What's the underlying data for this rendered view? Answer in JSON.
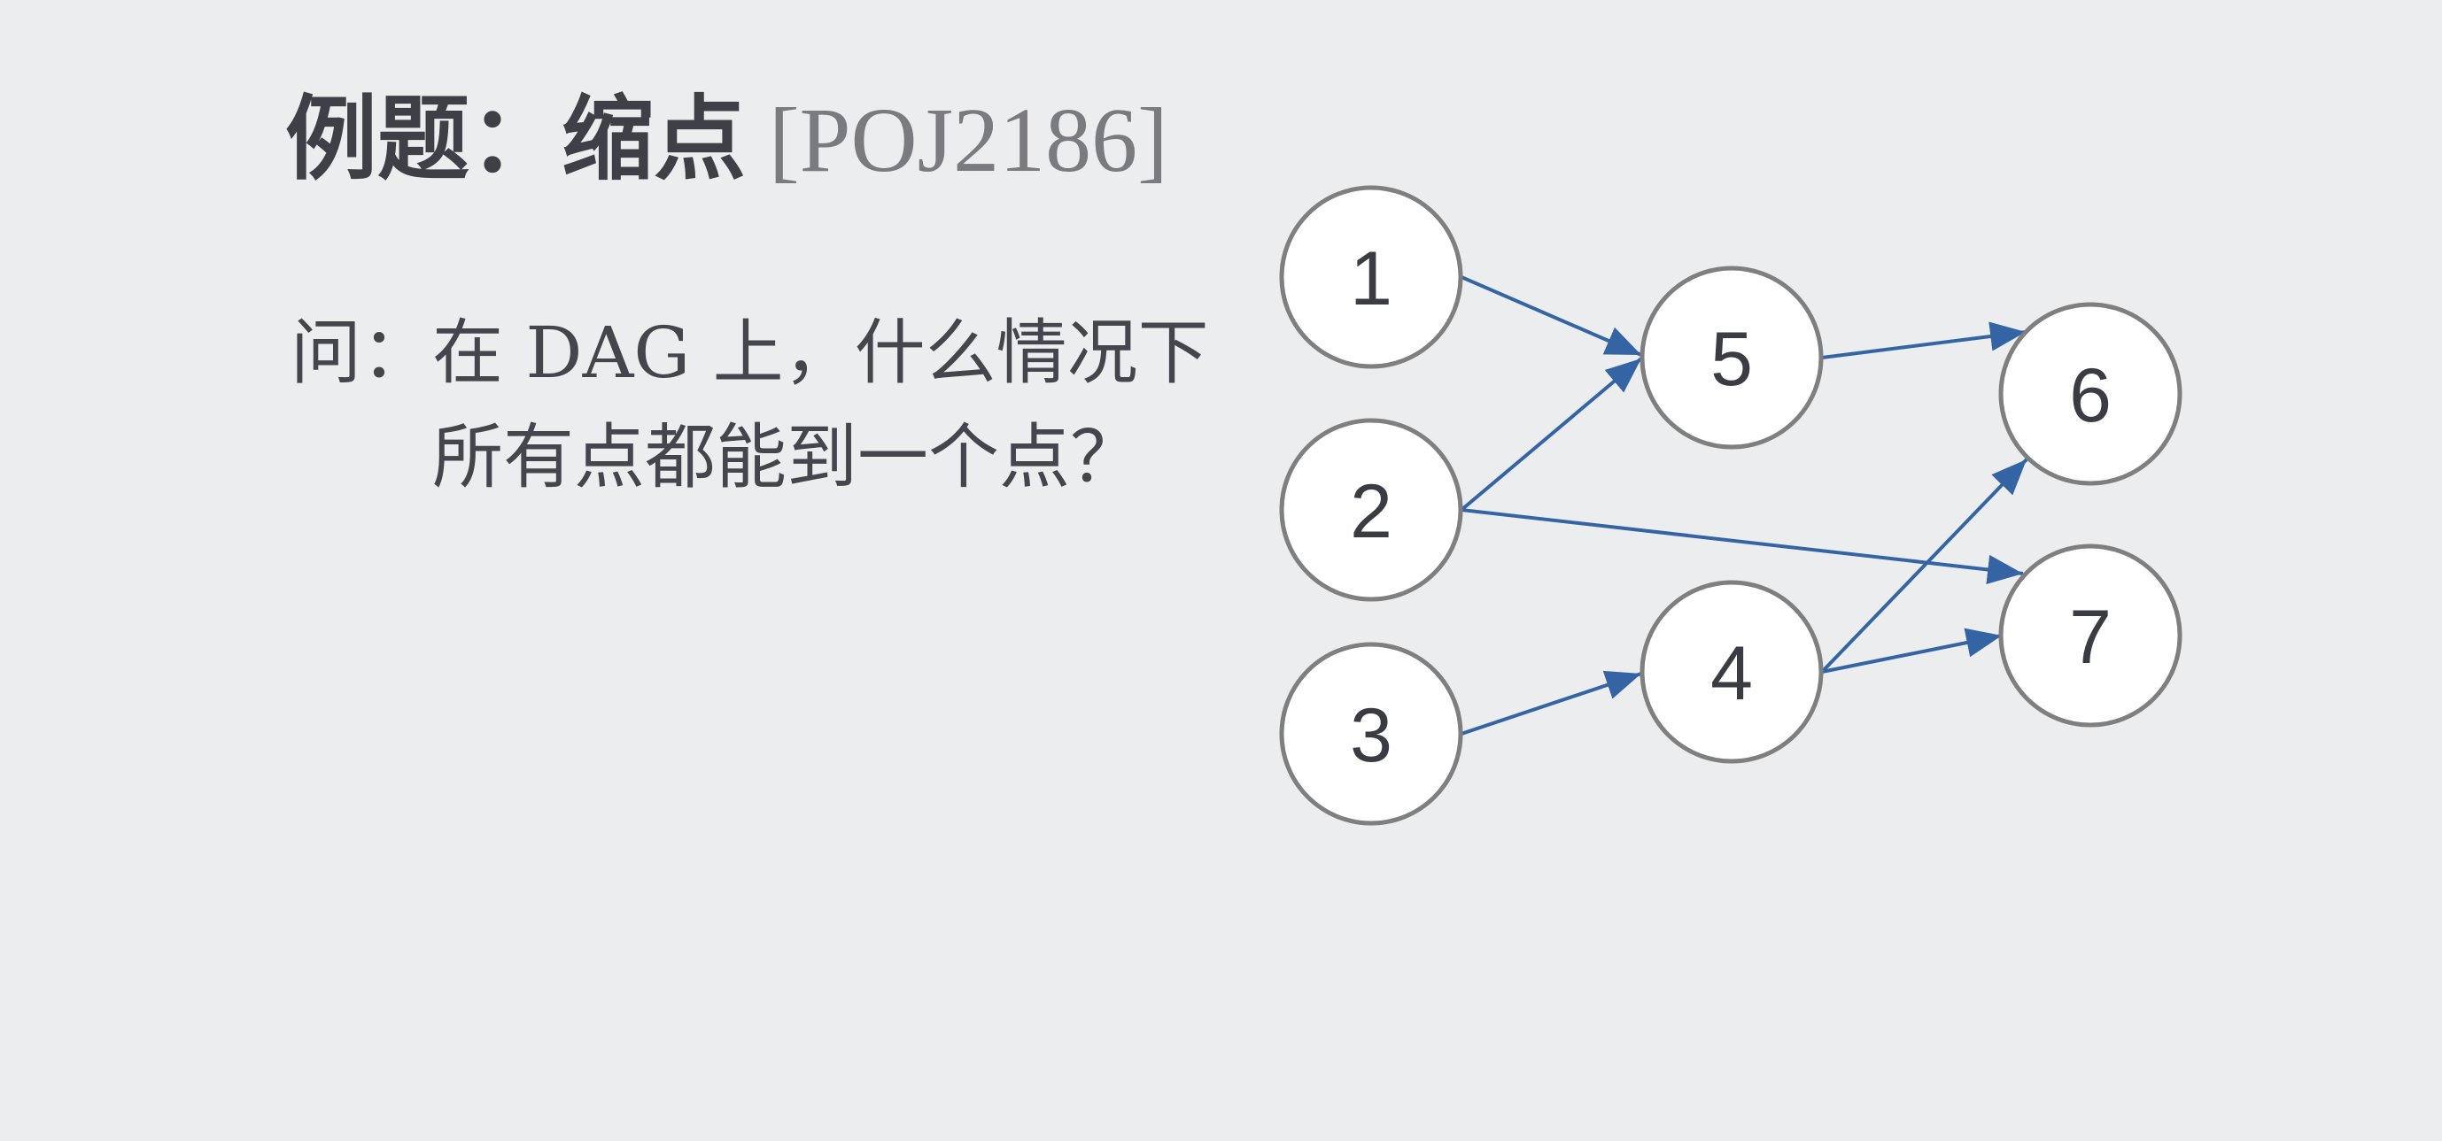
{
  "title": {
    "main": "例题：缩点",
    "code": "[POJ2186]"
  },
  "question": {
    "line1": "问：在 DAG 上，什么情况下",
    "line2": "所有点都能到一个点？"
  },
  "graph": {
    "nodes": [
      {
        "id": "1",
        "label": "1"
      },
      {
        "id": "2",
        "label": "2"
      },
      {
        "id": "3",
        "label": "3"
      },
      {
        "id": "4",
        "label": "4"
      },
      {
        "id": "5",
        "label": "5"
      },
      {
        "id": "6",
        "label": "6"
      },
      {
        "id": "7",
        "label": "7"
      }
    ],
    "edges": [
      {
        "from": "1",
        "to": "5"
      },
      {
        "from": "2",
        "to": "5"
      },
      {
        "from": "2",
        "to": "7"
      },
      {
        "from": "3",
        "to": "4"
      },
      {
        "from": "5",
        "to": "6"
      },
      {
        "from": "4",
        "to": "6"
      },
      {
        "from": "4",
        "to": "7"
      }
    ],
    "colors": {
      "edge": "#3464A4",
      "node_fill": "#FFFFFF",
      "node_stroke": "#7F7F7F",
      "background": "#ECEDEF"
    }
  }
}
